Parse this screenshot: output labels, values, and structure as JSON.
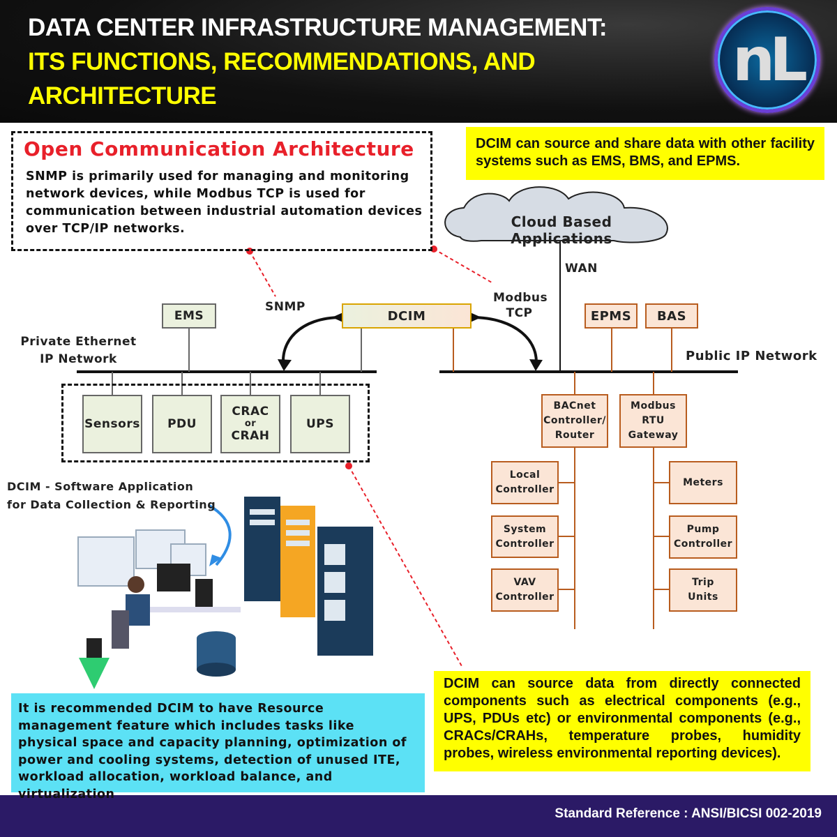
{
  "header": {
    "title_line1": "DATA CENTER INFRASTRUCTURE MANAGEMENT:",
    "title_line2": "ITS FUNCTIONS, RECOMMENDATIONS, AND",
    "title_line3": "ARCHITECTURE",
    "logo_text": "nL"
  },
  "open_comm": {
    "title": "Open Communication Architecture",
    "body": "SNMP is primarily used for managing and monitoring network devices, while Modbus TCP is used for communication between industrial automation devices over TCP/IP networks."
  },
  "note_top_right": "DCIM can source and share data with other facility systems such as EMS, BMS, and EPMS.",
  "cloud": "Cloud Based Applications",
  "labels": {
    "wan": "WAN",
    "snmp": "SNMP",
    "modbus_tcp_1": "Modbus",
    "modbus_tcp_2": "TCP",
    "private_net_1": "Private Ethernet",
    "private_net_2": "IP Network",
    "public_net": "Public IP Network",
    "dcim_sw_1": "DCIM - Software Application",
    "dcim_sw_2": "for Data Collection & Reporting"
  },
  "boxes": {
    "ems": "EMS",
    "dcim": "DCIM",
    "epms": "EPMS",
    "bas": "BAS",
    "sensors": "Sensors",
    "pdu": "PDU",
    "crac_1": "CRAC",
    "crac_2": "or",
    "crac_3": "CRAH",
    "ups": "UPS",
    "bacnet_1": "BACnet",
    "bacnet_2": "Controller/",
    "bacnet_3": "Router",
    "modbus_1": "Modbus",
    "modbus_2": "RTU",
    "modbus_3": "Gateway",
    "local_1": "Local",
    "local_2": "Controller",
    "system_1": "System",
    "system_2": "Controller",
    "vav_1": "VAV",
    "vav_2": "Controller",
    "meters": "Meters",
    "pump_1": "Pump",
    "pump_2": "Controller",
    "trip_1": "Trip",
    "trip_2": "Units"
  },
  "note_recommend": "It is recommended DCIM to have Resource management feature which includes tasks like physical space and capacity planning, optimization of power and cooling systems, detection of unused ITE, workload allocation, workload balance, and virtualization",
  "note_bottom_right": "DCIM can source data from directly connected components such as electrical components (e.g., UPS, PDUs etc) or  environmental components (e.g., CRACs/CRAHs, temperature probes, humidity probes, wireless environmental reporting devices).",
  "footer": "Standard Reference : ANSI/BICSI 002-2019",
  "colors": {
    "orange_border": "#b85c1e",
    "orange_fill": "#fbe5d6",
    "green_fill": "#ebf1de",
    "yellow": "#ffff00",
    "cyan": "#5ce1f5",
    "footer": "#2b1a66",
    "red": "#e8202a"
  }
}
